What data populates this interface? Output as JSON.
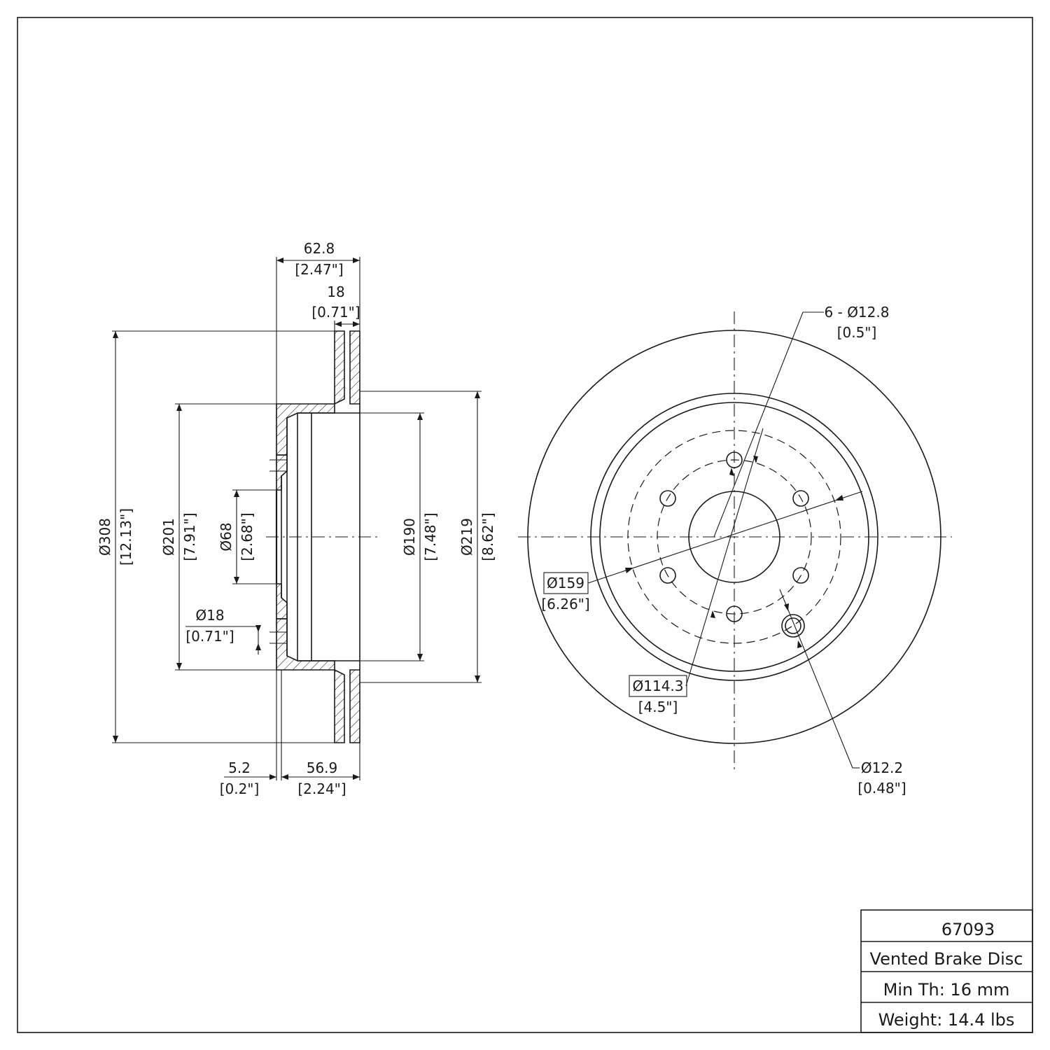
{
  "side_view": {
    "overall_width": {
      "mm": "62.8",
      "in": "[2.47\"]"
    },
    "disc_thickness": {
      "mm": "18",
      "in": "[0.71\"]"
    },
    "outer_diameter": {
      "mm": "Ø308",
      "in": "[12.13\"]"
    },
    "hat_diameter": {
      "mm": "Ø201",
      "in": "[7.91\"]"
    },
    "center_bore": {
      "mm": "Ø68",
      "in": "[2.68\"]"
    },
    "inner_diameter": {
      "mm": "Ø190",
      "in": "[7.48\"]"
    },
    "friction_inner_diameter": {
      "mm": "Ø219",
      "in": "[8.62\"]"
    },
    "pilot_hole": {
      "mm": "Ø18",
      "in": "[0.71\"]"
    },
    "hat_thickness": {
      "mm": "5.2",
      "in": "[0.2\"]"
    },
    "hat_height": {
      "mm": "56.9",
      "in": "[2.24\"]"
    }
  },
  "front_view": {
    "bolt_holes": {
      "mm": "6 - Ø12.8",
      "in": "[0.5\"]"
    },
    "circle_159": {
      "mm": "Ø159",
      "in": "[6.26\"]"
    },
    "bolt_circle": {
      "mm": "Ø114.3",
      "in": "[4.5\"]"
    },
    "small_hole": {
      "mm": "Ø12.2",
      "in": "[0.48\"]"
    }
  },
  "title_block": {
    "part_number": "67093",
    "description": "Vented Brake Disc",
    "min_thickness": "Min Th: 16 mm",
    "weight": "Weight: 14.4 lbs"
  }
}
